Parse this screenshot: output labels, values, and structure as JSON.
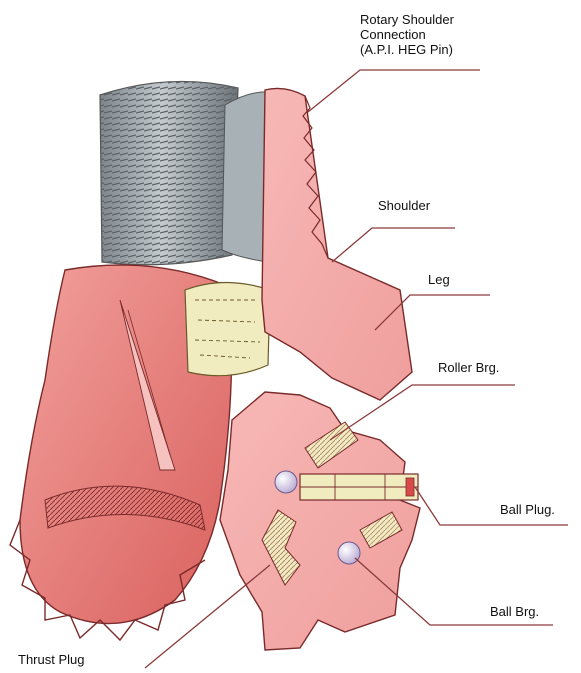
{
  "labels": {
    "rotary_shoulder_connection": [
      "Rotary Shoulder",
      "Connection",
      "(A.P.I. HEG Pin)"
    ],
    "shoulder": "Shoulder",
    "leg": "Leg",
    "roller_brg": "Roller Brg.",
    "ball_plug": "Ball Plug.",
    "ball_brg": "Ball Brg.",
    "thrust_plug": "Thrust Plug"
  },
  "colors": {
    "body_pink": "#f4a9a8",
    "body_dark": "#e27c7c",
    "pin_gray": "#9aa3a8",
    "pin_dark": "#6f787d",
    "cone_red": "#e9726f",
    "bearing_yellow": "#f1ecbf",
    "ball_lavender": "#d8cfe8",
    "leader_line": "#8b3a3a",
    "outline": "#7a2a2a"
  }
}
